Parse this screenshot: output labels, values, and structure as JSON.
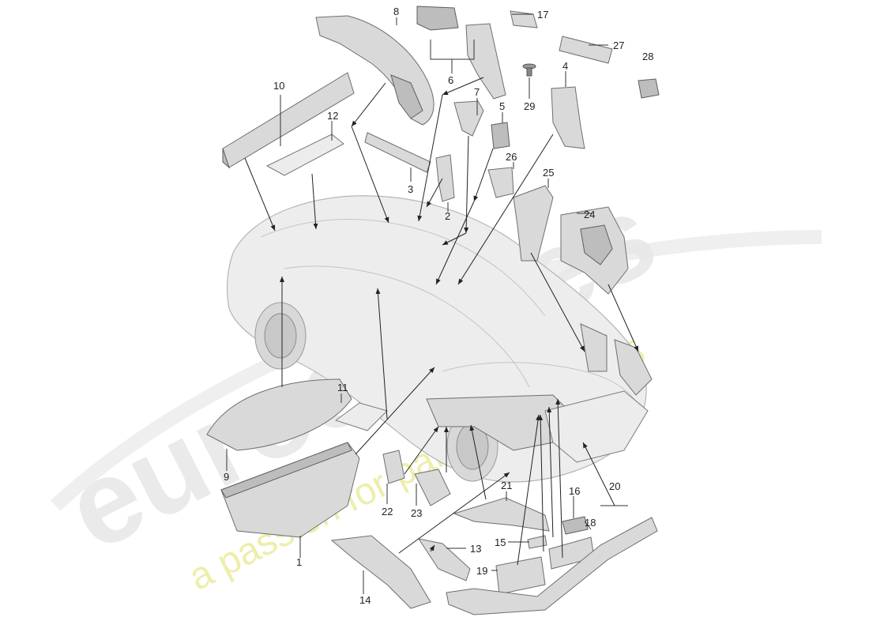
{
  "watermark": {
    "brand": "eurospares",
    "tagline": "a passion for parts since 1985"
  },
  "callouts": {
    "c1": "1",
    "c2": "2",
    "c3": "3",
    "c4": "4",
    "c5": "5",
    "c6": "6",
    "c7": "7",
    "c8": "8",
    "c9": "9",
    "c10": "10",
    "c11": "11",
    "c12": "12",
    "c13": "13",
    "c14": "14",
    "c15": "15",
    "c16": "16",
    "c17": "17",
    "c18": "18",
    "c19": "19",
    "c20": "20",
    "c21": "21",
    "c22": "22",
    "c23": "23",
    "c24": "24",
    "c25": "25",
    "c26": "26",
    "c27": "27",
    "c28": "28",
    "c29": "29"
  },
  "colors": {
    "part_fill": "#d9d9d9",
    "part_stroke": "#6e6e6e",
    "car_fill": "#ededed",
    "watermark_grey": "#e8e8e8",
    "watermark_yellow": "#ecec9e"
  }
}
